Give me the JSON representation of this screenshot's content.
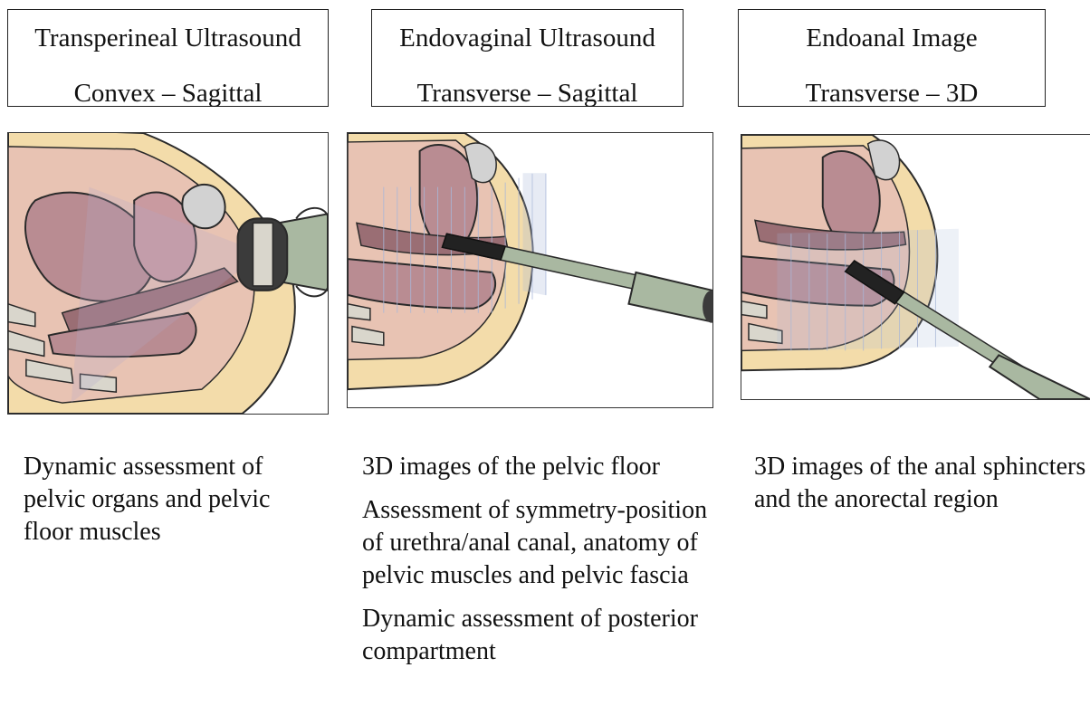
{
  "columns": [
    {
      "title": "Transperineal Ultrasound",
      "subtitle": "Convex – Sagittal",
      "description": [
        "Dynamic assessment of pelvic organs and pelvic floor muscles"
      ]
    },
    {
      "title": "Endovaginal Ultrasound",
      "subtitle": "Transverse  – Sagittal",
      "description": [
        "3D images of the pelvic floor",
        "Assessment of symmetry-position of urethra/anal canal, anatomy of pelvic muscles and pelvic fascia",
        "Dynamic assessment of posterior compartment"
      ]
    },
    {
      "title": "Endoanal Image",
      "subtitle": "Transverse – 3D",
      "description": [
        "3D images of the anal sphincters and the anorectal region"
      ]
    }
  ],
  "colors": {
    "skin": "#f3dcaa",
    "pelvic_soft": "#e8c3b3",
    "organ": "#b98c92",
    "organ_dark": "#9a6e74",
    "bone": "#d9d6cc",
    "probe": "#a9b8a1",
    "probe_dark": "#3b3b3b",
    "plane": "#a9b7d8",
    "outline": "#2a2a2a"
  }
}
